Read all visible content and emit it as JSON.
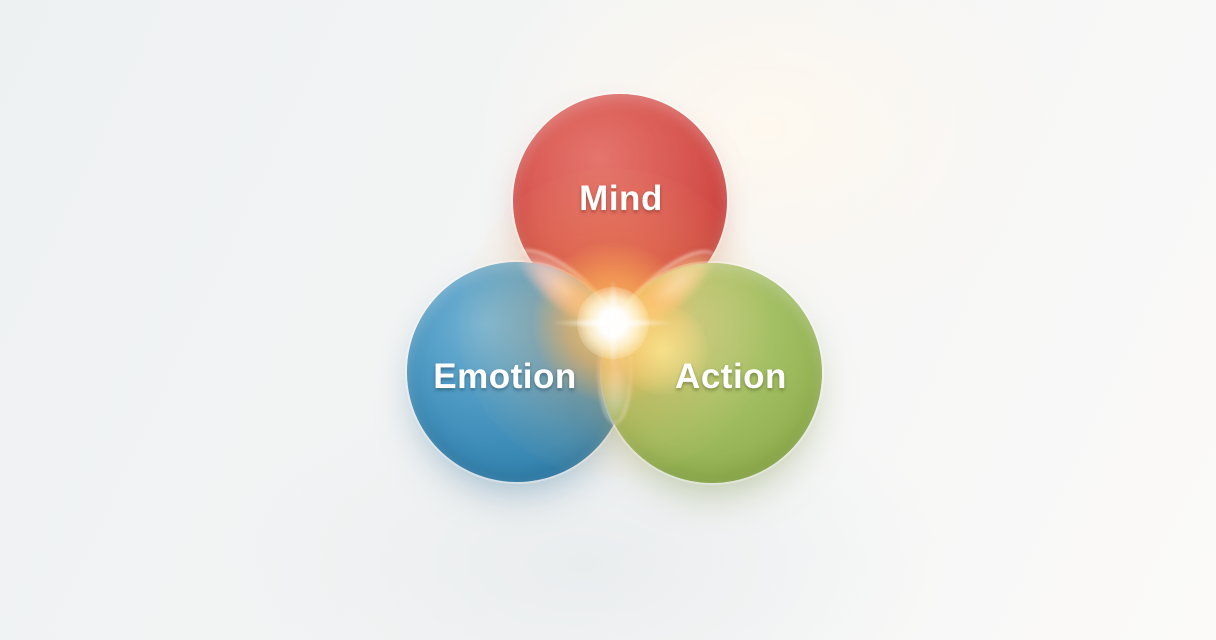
{
  "diagram": {
    "type": "venn",
    "circles": [
      {
        "id": "mind",
        "label": "Mind",
        "color": "#d1504a",
        "text_color": "#ffffff",
        "position": "top"
      },
      {
        "id": "emotion",
        "label": "Emotion",
        "color": "#3c8bb7",
        "text_color": "#ffffff",
        "position": "bottom-left"
      },
      {
        "id": "action",
        "label": "Action",
        "color": "#99b758",
        "text_color": "#ffffff",
        "position": "bottom-right"
      }
    ],
    "overlaps": [
      {
        "between": [
          "mind",
          "emotion"
        ],
        "color": "#f3ced4"
      },
      {
        "between": [
          "mind",
          "action"
        ],
        "color": "#fcdea2"
      },
      {
        "between": [
          "emotion",
          "action"
        ],
        "color": "#bedec4"
      }
    ],
    "center_glow": {
      "core_color": "#ffffff",
      "halo_color": "#ffb050"
    },
    "background": {
      "top_left": "#eef1f2",
      "bottom_right": "#fbfaf9"
    }
  }
}
